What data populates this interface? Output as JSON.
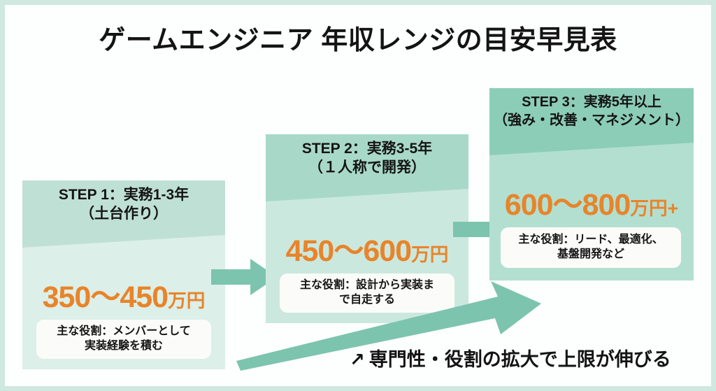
{
  "page": {
    "title": "ゲームエンジニア 年収レンジの目安早見表",
    "caption_arrow": "↗",
    "caption_text": "専門性・役割の拡大で上限が伸びる"
  },
  "colors": {
    "accent_orange": "#e8842a",
    "teal_dark": "#7cc4ae",
    "teal_mid": "#9fd5c4",
    "teal_light": "#bfe0d5",
    "body_light": "#dcefe8",
    "frame": "#cfe8e0",
    "text": "#141414",
    "role_box_bg": "#fbfcfa"
  },
  "steps": [
    {
      "id": "step-1",
      "head_line1": "STEP 1：実務1-3年",
      "head_line2": "（土台作り）",
      "salary_range": "350〜450",
      "salary_unit": "万円",
      "role_line1": "主な役割：メンバーとして",
      "role_line2": "実装経験を積む"
    },
    {
      "id": "step-2",
      "head_line1": "STEP 2：実務3-5年",
      "head_line2": "（１人称で開発）",
      "salary_range": "450〜600",
      "salary_unit": "万円",
      "role_line1": "主な役割：設計から実装ま",
      "role_line2": "で自走する"
    },
    {
      "id": "step-3",
      "head_line1": "STEP 3：実務5年以上",
      "head_line2": "（強み・改善・マネジメント）",
      "salary_range": "600〜800",
      "salary_unit": "万円+",
      "role_line1": "主な役割：リード、最適化、",
      "role_line2": "基盤開発など"
    }
  ],
  "connectors": [
    {
      "id": "connector-1-to-2",
      "icon": "right-arrow-icon"
    },
    {
      "id": "connector-2-to-3",
      "icon": "right-arrow-icon"
    }
  ],
  "growth_arrow": {
    "icon": "diagonal-growth-arrow-icon"
  }
}
